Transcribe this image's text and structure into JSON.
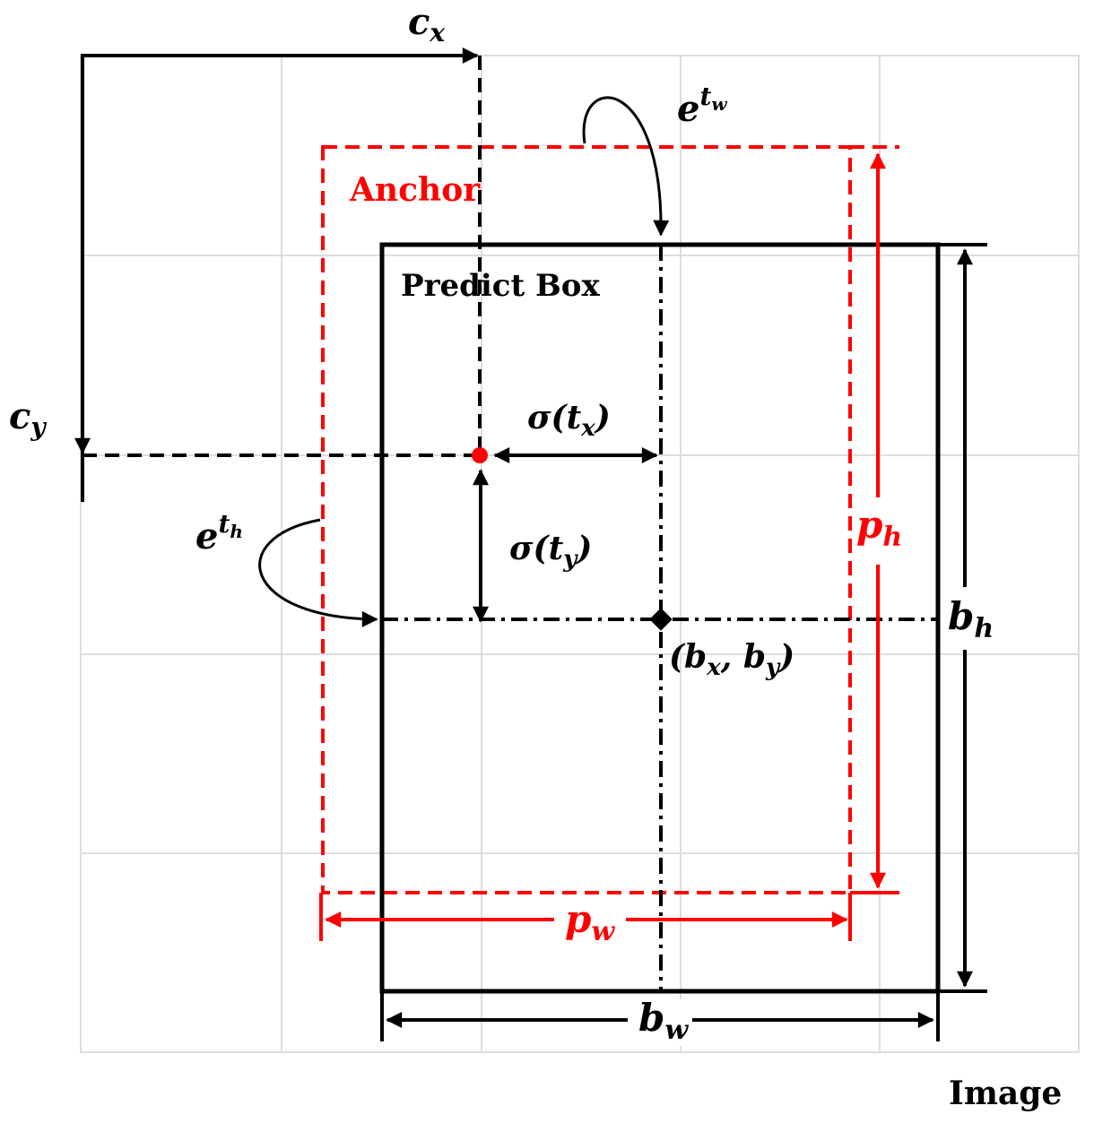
{
  "colors": {
    "grid": "#dddddd",
    "anchor": "#ff0000",
    "predict": "#000000",
    "background": "#ffffff"
  },
  "labels": {
    "anchor": "Anchor",
    "predict_box": "Predict Box",
    "image": "Image",
    "cx_base": "c",
    "cx_sub": "x",
    "cy_base": "c",
    "cy_sub": "y",
    "etw_base": "e",
    "etw_sup_t": "t",
    "etw_sup_sub": "w",
    "eth_base": "e",
    "eth_sup_t": "t",
    "eth_sup_sub": "h",
    "sigma_tx": {
      "pre": "σ(",
      "t": "t",
      "sub": "x",
      "post": ")"
    },
    "sigma_ty": {
      "pre": "σ(",
      "t": "t",
      "sub": "y",
      "post": ")"
    },
    "bxby": {
      "open": "(",
      "b1": "b",
      "s1": "x",
      "comma": ", ",
      "b2": "b",
      "s2": "y",
      "close": ")"
    },
    "ph_base": "p",
    "ph_sub": "h",
    "pw_base": "p",
    "pw_sub": "w",
    "bh_base": "b",
    "bh_sub": "h",
    "bw_base": "b",
    "bw_sub": "w"
  }
}
